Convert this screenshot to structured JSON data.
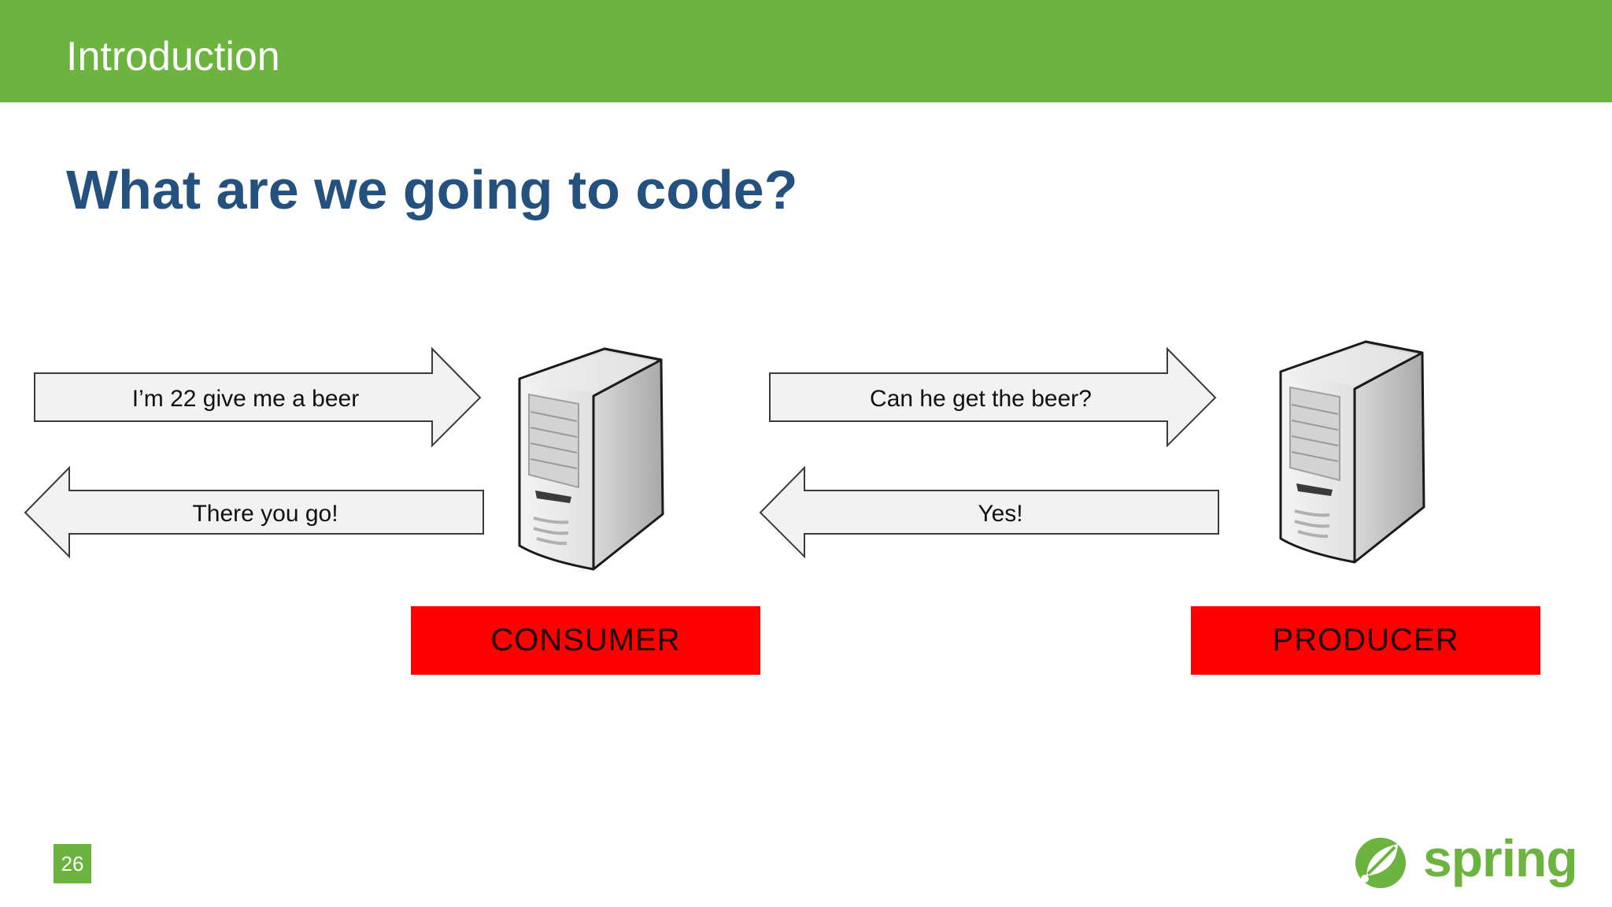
{
  "header": {
    "title": "Introduction"
  },
  "slide": {
    "title": "What are we going to code?"
  },
  "diagram": {
    "consumer_request": "I’m 22 give me a beer",
    "consumer_response": "There you go!",
    "producer_request": "Can he get the beer?",
    "producer_response": "Yes!",
    "consumer_label": "CONSUMER",
    "producer_label": "PRODUCER"
  },
  "footer": {
    "page_number": "26",
    "logo_text": "spring"
  },
  "colors": {
    "header_green": "#6db33f",
    "title_blue": "#24517e",
    "label_red": "#ff0000"
  }
}
